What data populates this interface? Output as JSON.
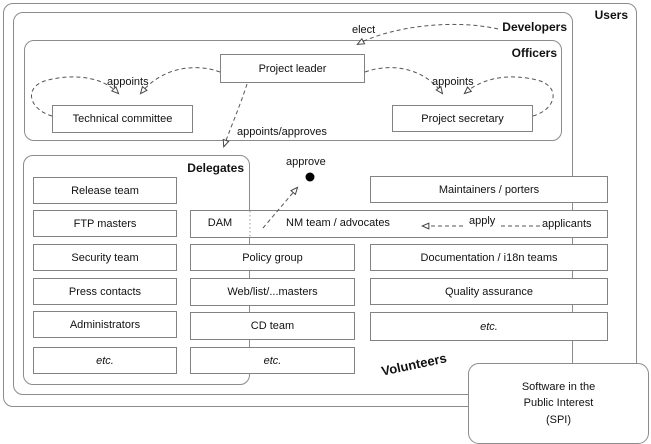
{
  "containers": {
    "users": "Users",
    "developers": "Developers",
    "officers": "Officers",
    "delegates": "Delegates",
    "volunteers": "Volunteers"
  },
  "officers": {
    "project_leader": "Project leader",
    "technical_committee": "Technical committee",
    "project_secretary": "Project secretary"
  },
  "arrows": {
    "elect": "elect",
    "appoints_left": "appoints",
    "appoints_right": "appoints",
    "appoints_approves": "appoints/approves",
    "approve": "approve",
    "apply": "apply",
    "applicants": "applicants"
  },
  "teams": {
    "left": [
      "Release team",
      "FTP masters",
      "Security team",
      "Press contacts",
      "Administrators",
      "etc."
    ],
    "wide_row": {
      "dam": "DAM",
      "nm": "NM team / advocates"
    },
    "middle": [
      "Policy group",
      "Web/list/...masters",
      "CD team",
      "etc."
    ],
    "right": [
      "Maintainers / porters",
      "Documentation / i18n teams",
      "Quality assurance",
      "etc."
    ]
  },
  "spi": {
    "line1": "Software in the",
    "line2": "Public Interest",
    "line3": "(SPI)"
  },
  "colors": {
    "border": "#8c8c8c",
    "dash": "#555555",
    "text": "#111111"
  }
}
